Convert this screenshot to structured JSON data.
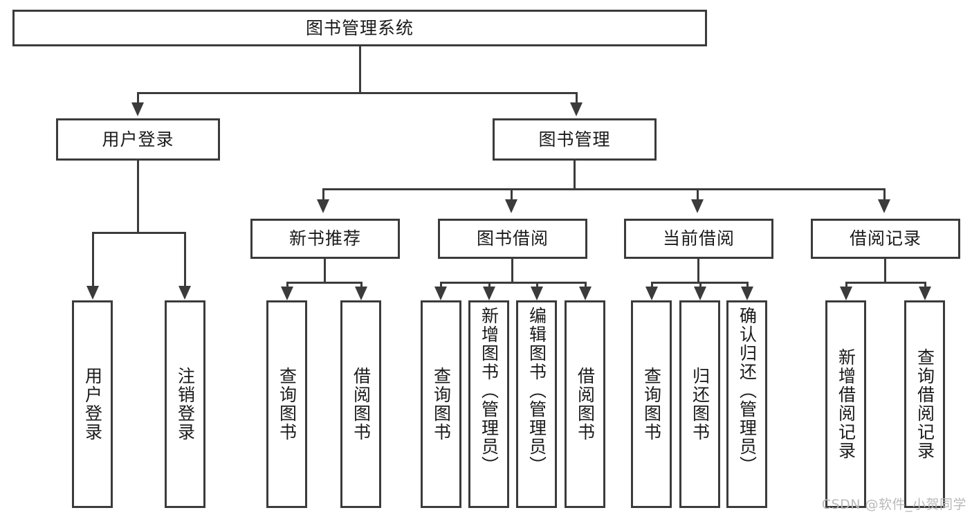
{
  "diagram": {
    "title": "图书管理系统",
    "type": "tree-hierarchy",
    "root": {
      "label": "图书管理系统"
    },
    "level2": [
      {
        "label": "用户登录"
      },
      {
        "label": "图书管理"
      }
    ],
    "level3": [
      {
        "label": "新书推荐"
      },
      {
        "label": "图书借阅"
      },
      {
        "label": "当前借阅"
      },
      {
        "label": "借阅记录"
      }
    ],
    "leaves": {
      "user_login": [
        {
          "label": "用户登录"
        },
        {
          "label": "注销登录"
        }
      ],
      "new_book_recommend": [
        {
          "label": "查询图书"
        },
        {
          "label": "借阅图书"
        }
      ],
      "book_borrow": [
        {
          "label": "查询图书"
        },
        {
          "label": "新增图书（管理员）"
        },
        {
          "label": "编辑图书（管理员）"
        },
        {
          "label": "借阅图书"
        }
      ],
      "current_borrow": [
        {
          "label": "查询图书"
        },
        {
          "label": "归还图书"
        },
        {
          "label": "确认归还（管理员）"
        }
      ],
      "borrow_record": [
        {
          "label": "新增借阅记录"
        },
        {
          "label": "查询借阅记录"
        }
      ]
    }
  },
  "watermark": {
    "text": "CSDN @软件_小贺同学"
  },
  "colors": {
    "stroke": "#3b3b3b",
    "text": "#1a1a1a",
    "background": "#ffffff",
    "watermark": "#b9b9b9"
  }
}
